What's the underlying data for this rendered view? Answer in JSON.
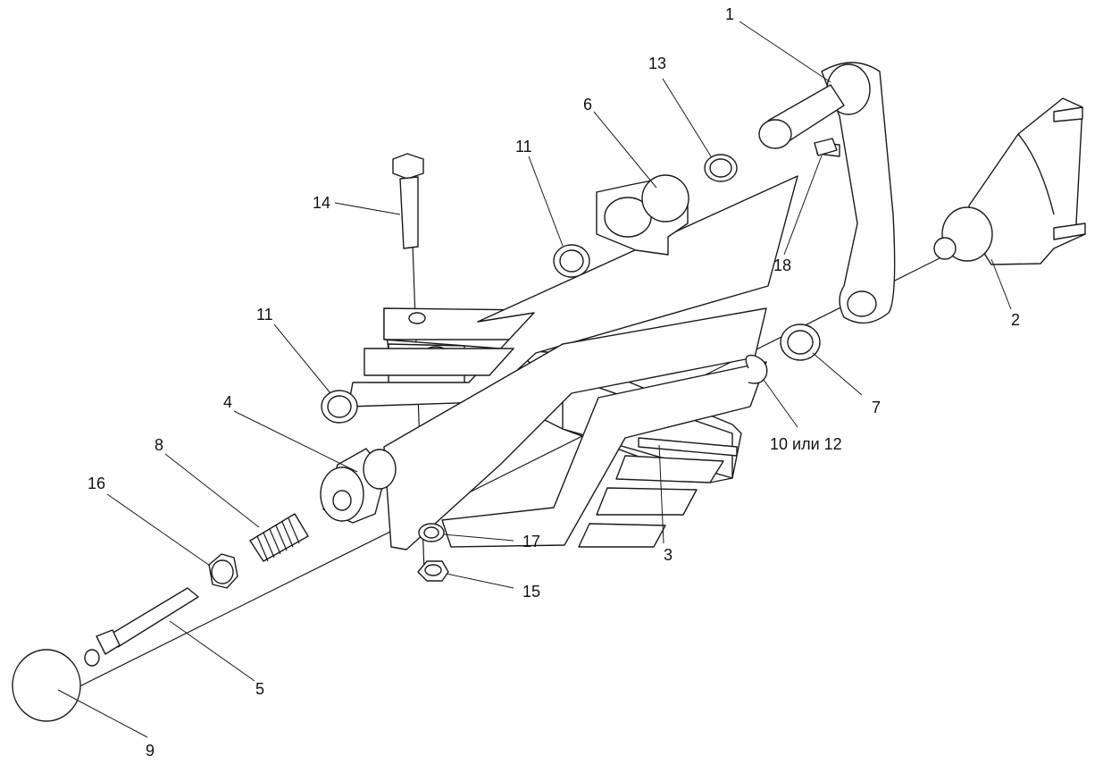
{
  "diagram": {
    "labels": {
      "p1": "1",
      "p2": "2",
      "p3": "3",
      "p4": "4",
      "p5": "5",
      "p6": "6",
      "p7": "7",
      "p8": "8",
      "p9": "9",
      "p10_12": "10 или 12",
      "p11a": "11",
      "p11b": "11",
      "p13": "13",
      "p14": "14",
      "p15": "15",
      "p16": "16",
      "p17": "17",
      "p18": "18"
    }
  }
}
